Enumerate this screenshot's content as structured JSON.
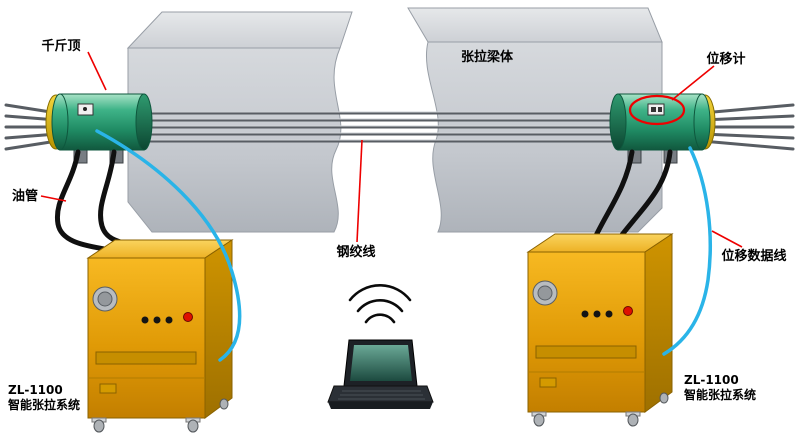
{
  "labels": {
    "jack": "千斤顶",
    "beam_body": "张拉梁体",
    "displacement_gauge": "位移计",
    "oil_pipe": "油管",
    "steel_strand": "钢绞线",
    "displacement_data_cable": "位移数据线"
  },
  "devices": {
    "left_pump": {
      "model": "ZL-1100",
      "name": "智能张拉系统"
    },
    "right_pump": {
      "model": "ZL-1100",
      "name": "智能张拉系统"
    }
  },
  "colors": {
    "beam_gray": "#c9cdd3",
    "jack_green": "#2aa077",
    "end_cap_yellow": "#e6c11c",
    "pump_yellow": "#f0a80a",
    "oil_hose_black": "#101010",
    "data_cable_blue": "#2ab4e8",
    "annotation_red": "#ee0000",
    "laptop_screen_teal": "#3f7e6e"
  }
}
